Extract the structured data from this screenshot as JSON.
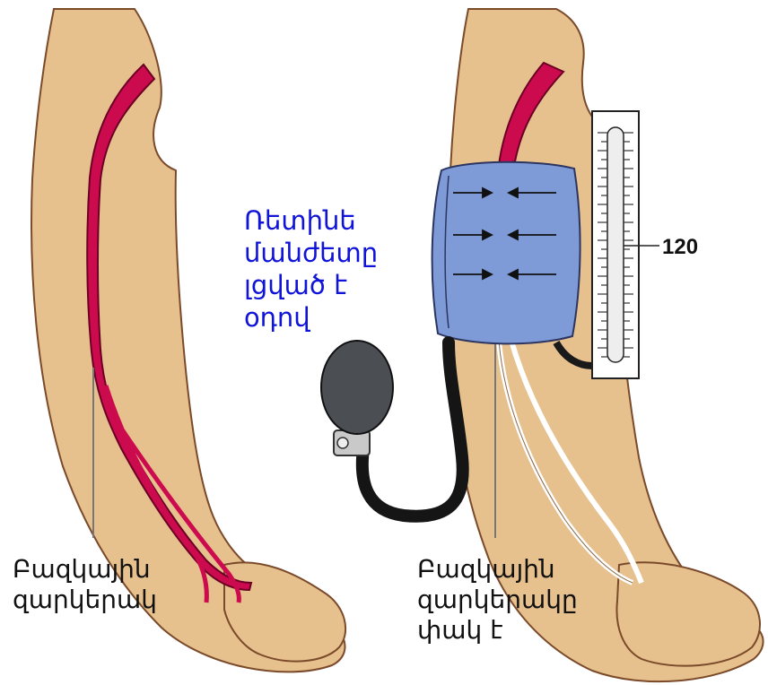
{
  "labels": {
    "cuff_note": [
      "Ռետինե",
      "մանժետը",
      "լցված է",
      "օդով"
    ],
    "left_arm": [
      "Բազկային",
      "զարկերակ"
    ],
    "right_arm": [
      "Բազկային",
      "զարկերակը",
      "փակ է"
    ]
  },
  "gauge": {
    "reading": "120"
  },
  "colors": {
    "skin": "#e6c08d",
    "artery": "#cc0a4e",
    "cuff": "#7e9ad7",
    "bulb": "#4b4e53",
    "note_text": "#1014d8"
  }
}
